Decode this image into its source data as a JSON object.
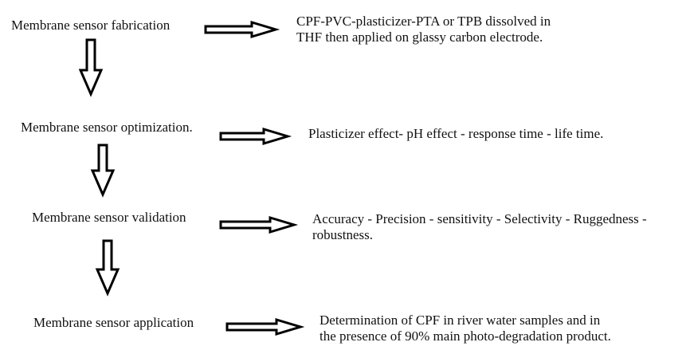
{
  "steps": [
    {
      "stage": "Membrane sensor fabrication",
      "detail_lines": [
        "CPF-PVC-plasticizer-PTA or TPB dissolved in",
        "THF then applied on glassy carbon electrode."
      ]
    },
    {
      "stage": "Membrane sensor optimization.",
      "detail_lines": [
        "Plasticizer effect- pH effect - response time - life time."
      ]
    },
    {
      "stage": "Membrane sensor validation",
      "detail_lines": [
        "Accuracy - Precision - sensitivity - Selectivity - Ruggedness -",
        "robustness."
      ]
    },
    {
      "stage": "Membrane sensor application",
      "detail_lines": [
        "Determination of CPF in river water samples and in",
        "the presence of 90% main photo-degradation product."
      ]
    }
  ]
}
